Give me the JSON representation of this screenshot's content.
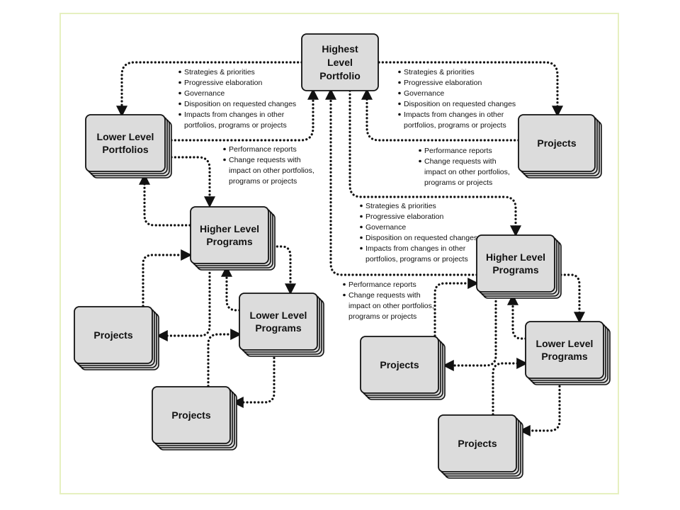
{
  "nodes": {
    "highest_portfolio": [
      "Highest",
      "Level",
      "Portfolio"
    ],
    "lower_portfolios": [
      "Lower Level",
      "Portfolios"
    ],
    "projects_top_right": [
      "Projects"
    ],
    "higher_programs_left": [
      "Higher Level",
      "Programs"
    ],
    "lower_programs_left": [
      "Lower Level",
      "Programs"
    ],
    "projects_left_1": [
      "Projects"
    ],
    "projects_left_2": [
      "Projects"
    ],
    "higher_programs_right": [
      "Higher Level",
      "Programs"
    ],
    "lower_programs_right": [
      "Lower Level",
      "Programs"
    ],
    "projects_right_1": [
      "Projects"
    ],
    "projects_right_2": [
      "Projects"
    ]
  },
  "annotations": {
    "down_left": [
      "Strategies & priorities",
      "Progressive elaboration",
      "Governance",
      "Disposition on requested changes",
      "Impacts from changes in other",
      "portfolios, programs or projects"
    ],
    "down_right": [
      "Strategies & priorities",
      "Progressive elaboration",
      "Governance",
      "Disposition on requested changes",
      "Impacts from changes in other",
      "portfolios, programs or projects"
    ],
    "up_left": [
      "Performance reports",
      "Change requests with",
      "impact on other portfolios,",
      "programs or projects"
    ],
    "up_right": [
      "Performance reports",
      "Change requests with",
      "impact on other portfolios,",
      "programs or projects"
    ],
    "down_center": [
      "Strategies & priorities",
      "Progressive elaboration",
      "Governance",
      "Disposition on requested changes",
      "Impacts from changes in other",
      "portfolios, programs or projects"
    ],
    "up_center": [
      "Performance reports",
      "Change requests with",
      "impact on other portfolios,",
      "programs or projects"
    ]
  },
  "colors": {
    "box_fill": "#dcdcdc",
    "box_stroke": "#111111",
    "connector": "#111111",
    "frame": "#e6f0c0"
  }
}
